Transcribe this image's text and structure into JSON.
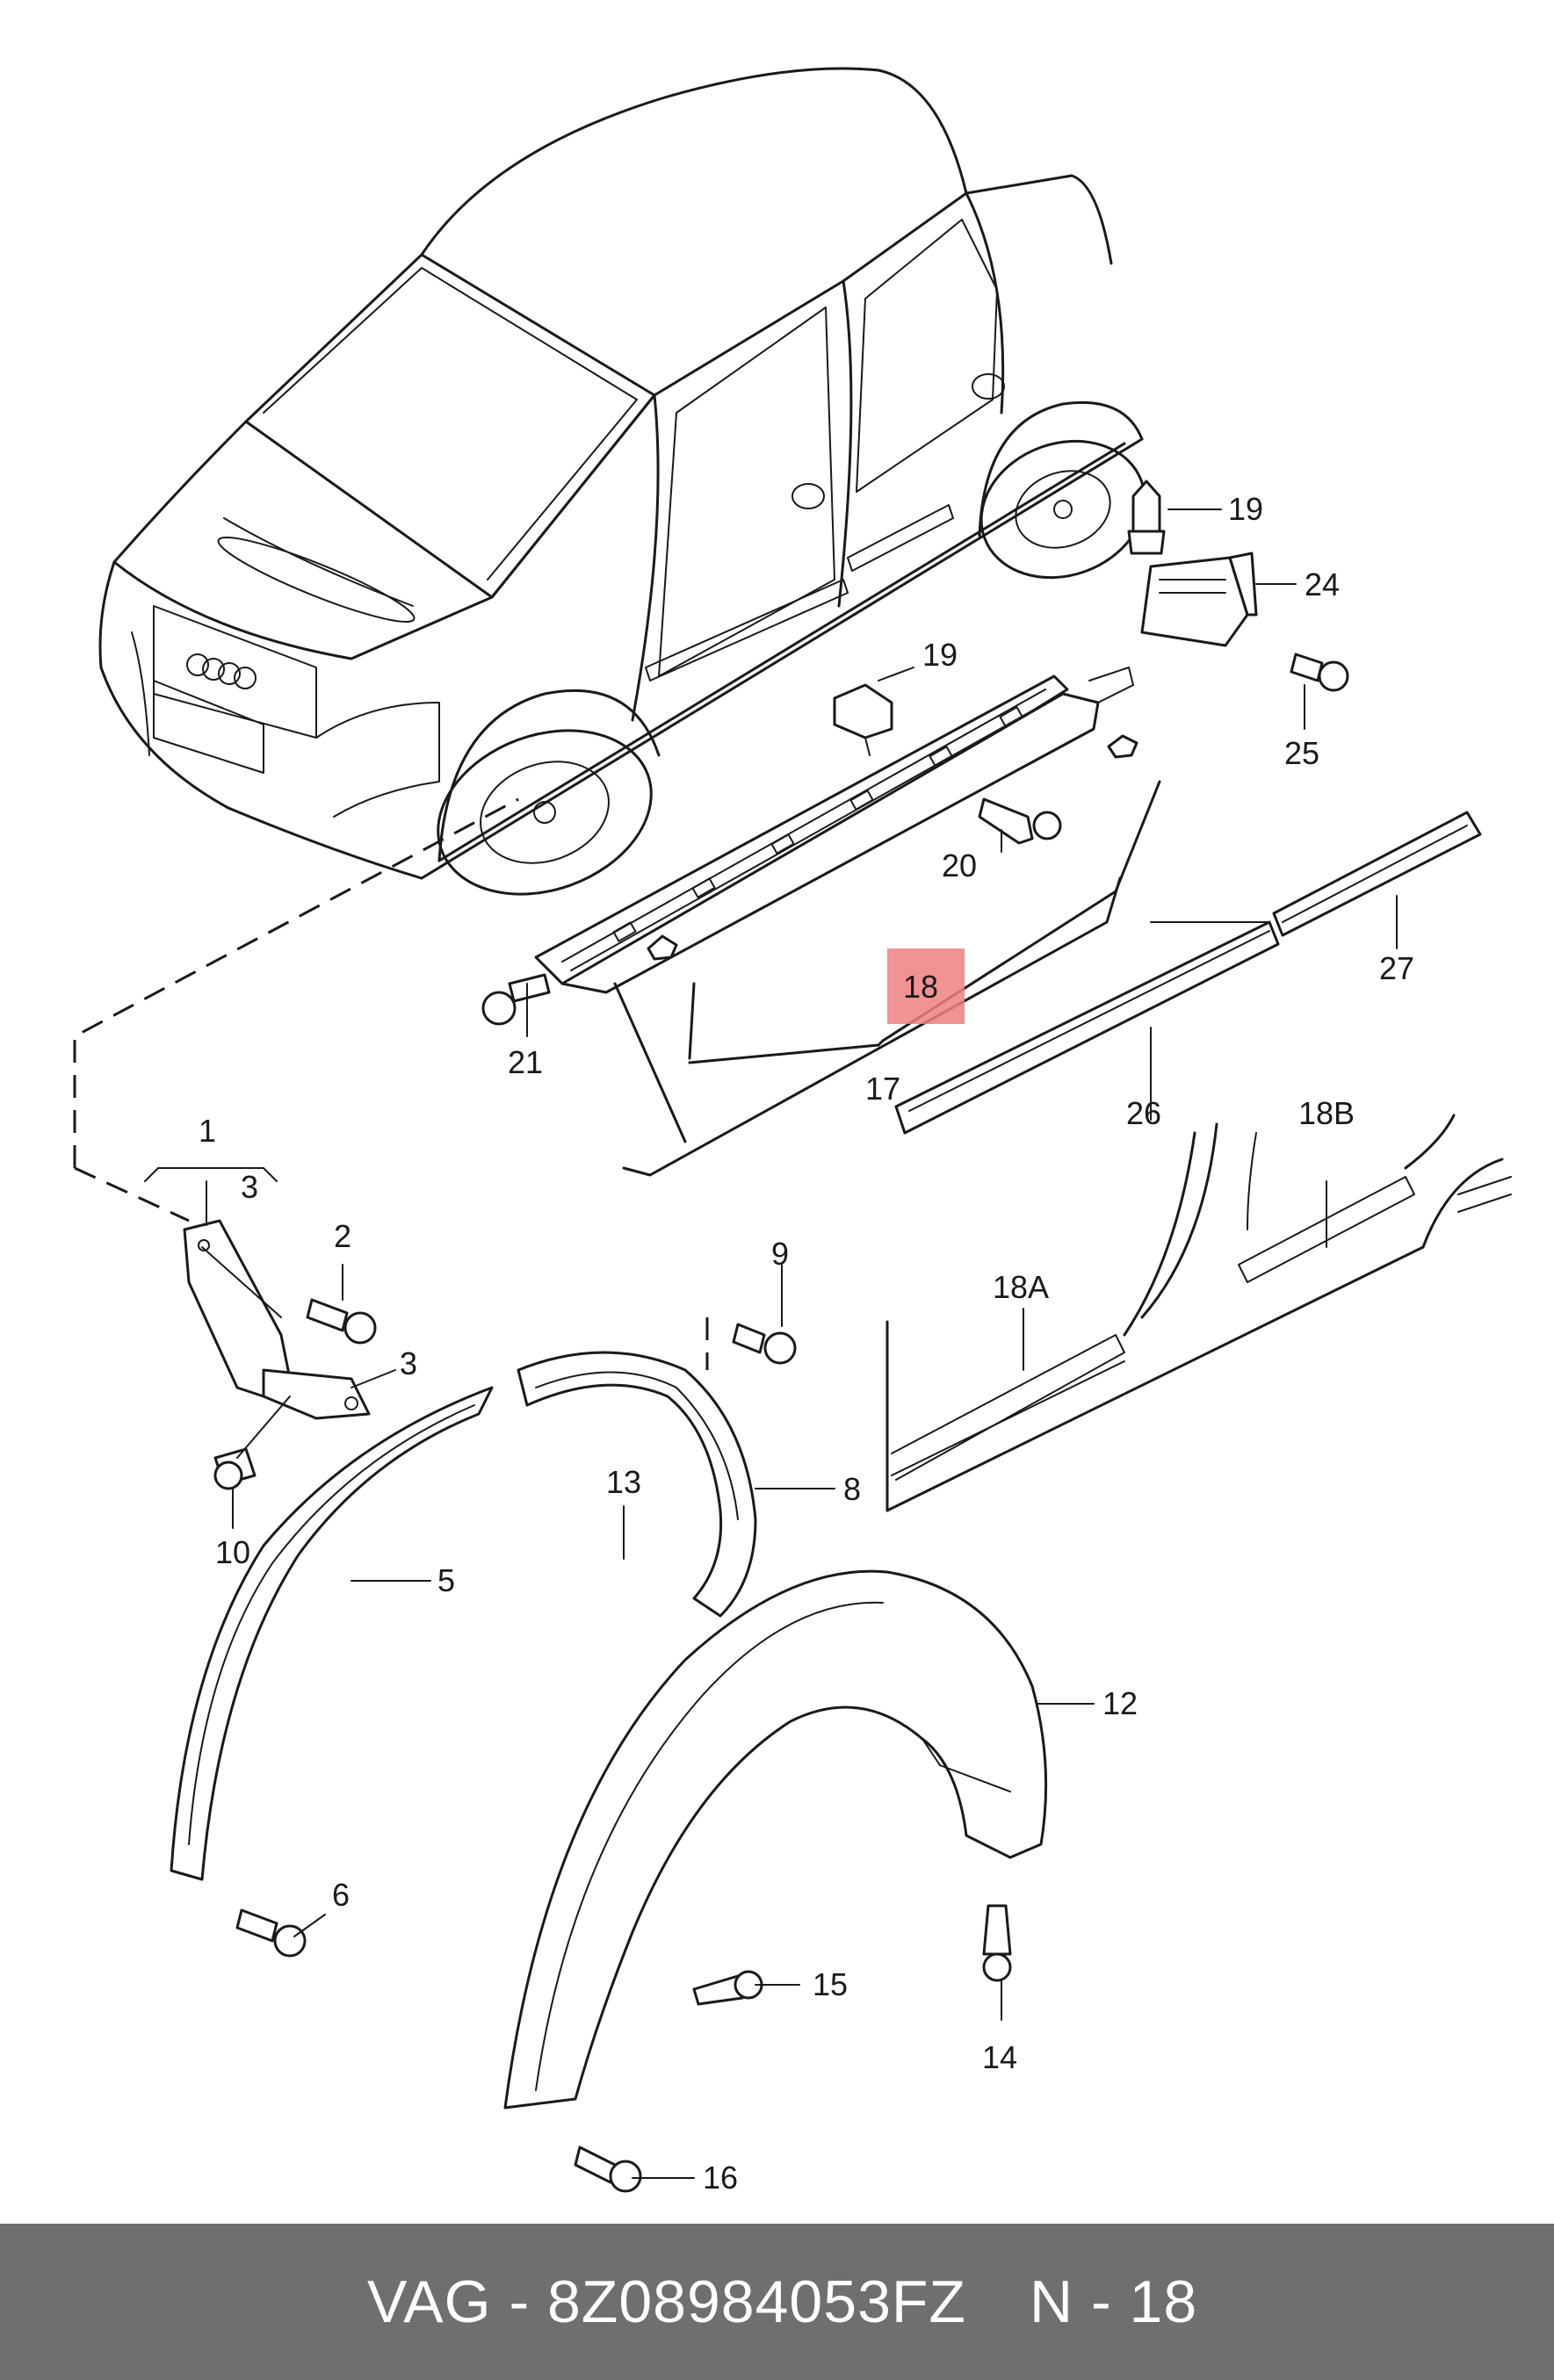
{
  "callouts": [
    {
      "id": "c1",
      "text": "1"
    },
    {
      "id": "c2",
      "text": "2"
    },
    {
      "id": "c3a",
      "text": "3"
    },
    {
      "id": "c3b",
      "text": "3"
    },
    {
      "id": "c5",
      "text": "5"
    },
    {
      "id": "c6",
      "text": "6"
    },
    {
      "id": "c8",
      "text": "8"
    },
    {
      "id": "c9",
      "text": "9"
    },
    {
      "id": "c10",
      "text": "10"
    },
    {
      "id": "c12",
      "text": "12"
    },
    {
      "id": "c13",
      "text": "13"
    },
    {
      "id": "c14",
      "text": "14"
    },
    {
      "id": "c15",
      "text": "15"
    },
    {
      "id": "c16",
      "text": "16"
    },
    {
      "id": "c17",
      "text": "17"
    },
    {
      "id": "c18",
      "text": "18"
    },
    {
      "id": "c18a",
      "text": "18A"
    },
    {
      "id": "c18b",
      "text": "18B"
    },
    {
      "id": "c19a",
      "text": "19"
    },
    {
      "id": "c19b",
      "text": "19"
    },
    {
      "id": "c20",
      "text": "20"
    },
    {
      "id": "c21",
      "text": "21"
    },
    {
      "id": "c24",
      "text": "24"
    },
    {
      "id": "c25",
      "text": "25"
    },
    {
      "id": "c26",
      "text": "26"
    },
    {
      "id": "c27",
      "text": "27"
    }
  ],
  "highlight": {
    "text": "18",
    "color": "#f08080"
  },
  "footer": {
    "left_text": "VAG - 8Z08984053FZ",
    "right_text": "N - 18",
    "background": "#6f6f6f"
  }
}
